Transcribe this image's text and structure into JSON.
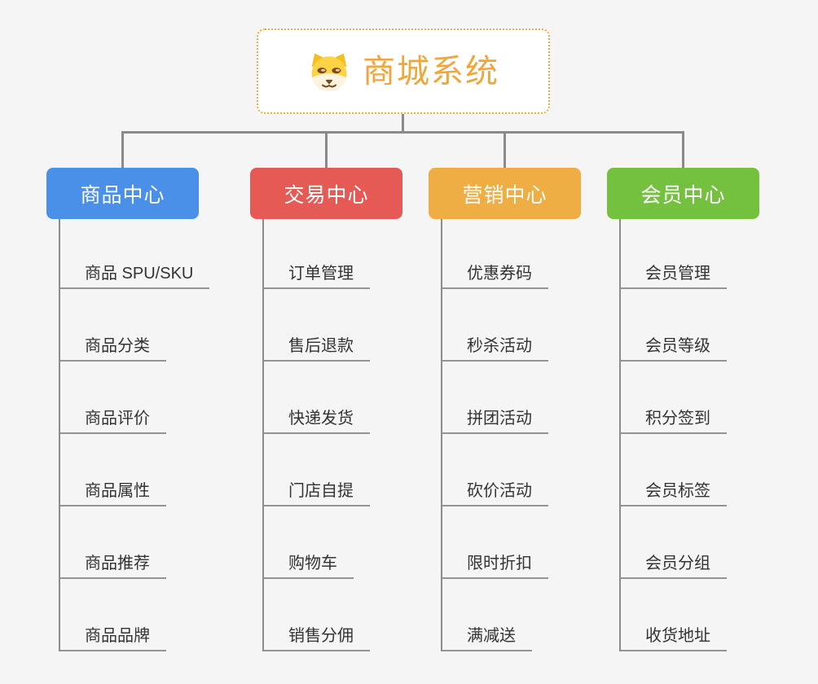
{
  "root": {
    "title": "商城系统",
    "icon": "dog-face-icon",
    "title_color": "#f0a63c",
    "border_color": "#f0ac44",
    "background": "#ffffff"
  },
  "connector_color": "#8a8a8a",
  "underline_color": "#949494",
  "canvas_background": "#f5f5f5",
  "branches": [
    {
      "label": "商品中心",
      "color": "#4a90e8",
      "items": [
        "商品 SPU/SKU",
        "商品分类",
        "商品评价",
        "商品属性",
        "商品推荐",
        "商品品牌"
      ]
    },
    {
      "label": "交易中心",
      "color": "#e65a55",
      "items": [
        "订单管理",
        "售后退款",
        "快递发货",
        "门店自提",
        "购物车",
        "销售分佣"
      ]
    },
    {
      "label": "营销中心",
      "color": "#eeae44",
      "items": [
        "优惠券码",
        "秒杀活动",
        "拼团活动",
        "砍价活动",
        "限时折扣",
        "满减送"
      ]
    },
    {
      "label": "会员中心",
      "color": "#73c13e",
      "items": [
        "会员管理",
        "会员等级",
        "积分签到",
        "会员标签",
        "会员分组",
        "收货地址"
      ]
    }
  ]
}
